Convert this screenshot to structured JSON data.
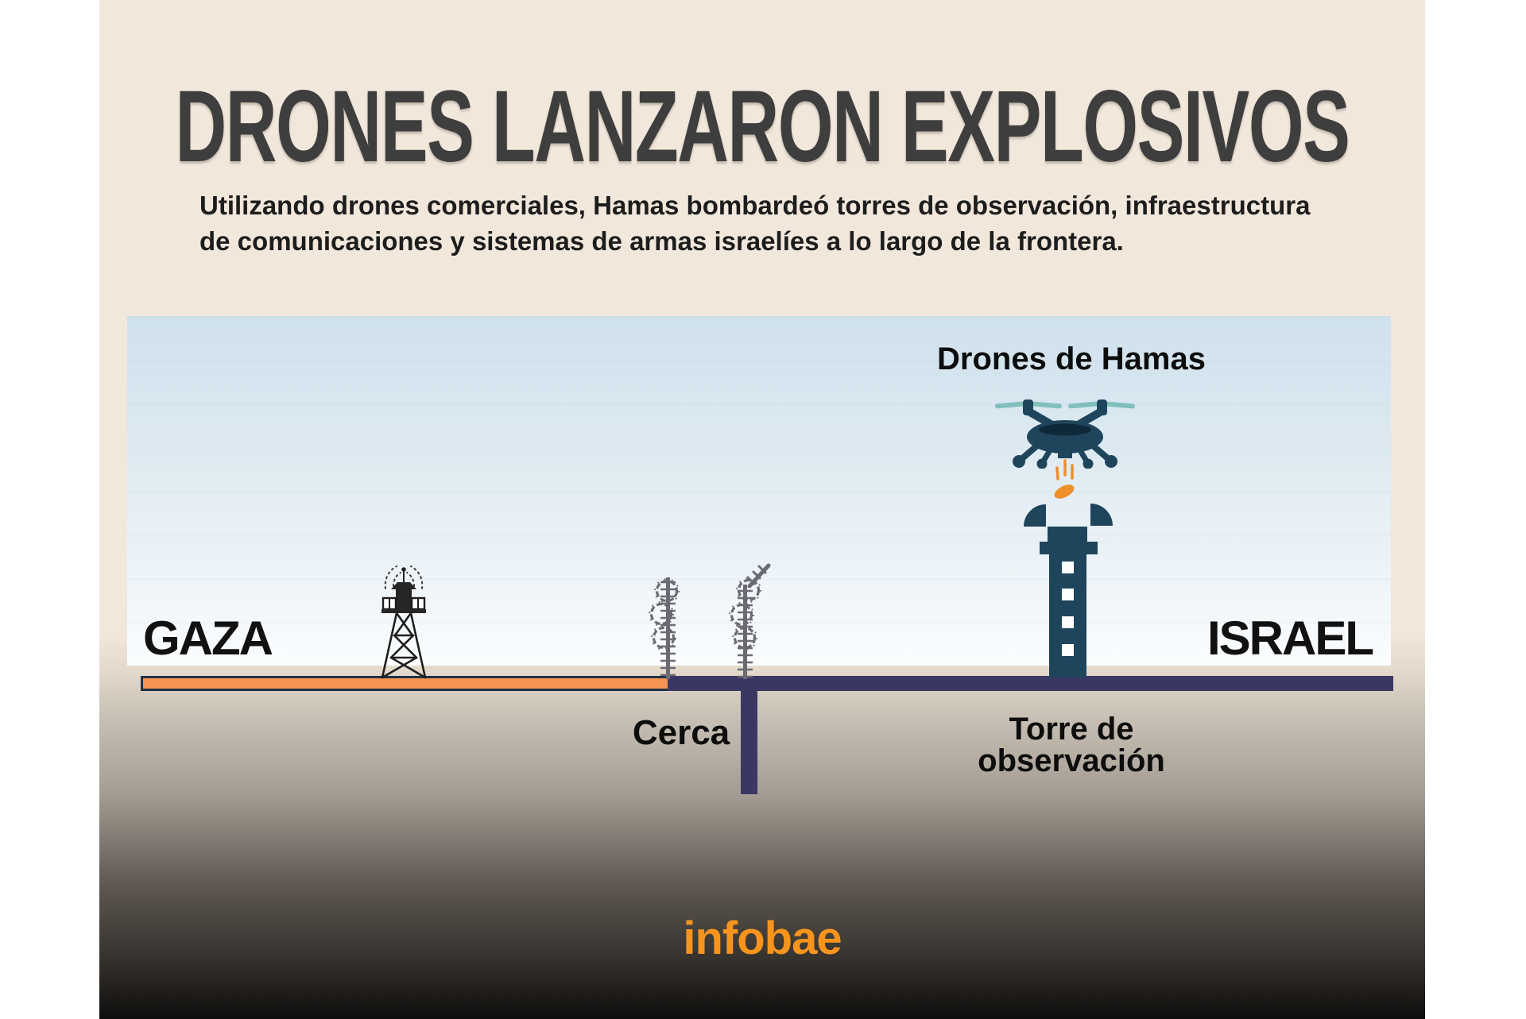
{
  "header": {
    "title": "DRONES LANZARON EXPLOSIVOS",
    "subtitle_lines": [
      "Utilizando drones comerciales, Hamas bombardeó torres de observación, infraestructura",
      "de comunicaciones y sistemas de armas israelíes a lo largo de la frontera."
    ]
  },
  "scene": {
    "labels": {
      "drones_de_hamas": "Drones de Hamas",
      "gaza": "GAZA",
      "israel": "ISRAEL",
      "cerca": "Cerca",
      "torre_line1": "Torre de",
      "torre_line2": "observación"
    },
    "icons": [
      "hamas-drone-icon",
      "explosive-bomb-icon",
      "observation-tower-broken-dome-icon",
      "gaza-watchtower-icon",
      "barbed-wire-fence-icon",
      "broken-barbed-wire-fence-icon"
    ]
  },
  "footer": {
    "brand": "infobae"
  },
  "colors": {
    "title_gray": "#3e3e3e",
    "gaza_line": "#f79352",
    "israel_line": "#3a3863",
    "tower_navy": "#1f455c",
    "propeller_teal": "#7fc0bb",
    "explosive_orange": "#ef8f2a",
    "brand_orange": "#f7941e",
    "sky_top": "#cfe1ed",
    "background_cream": "#f2e7db"
  }
}
